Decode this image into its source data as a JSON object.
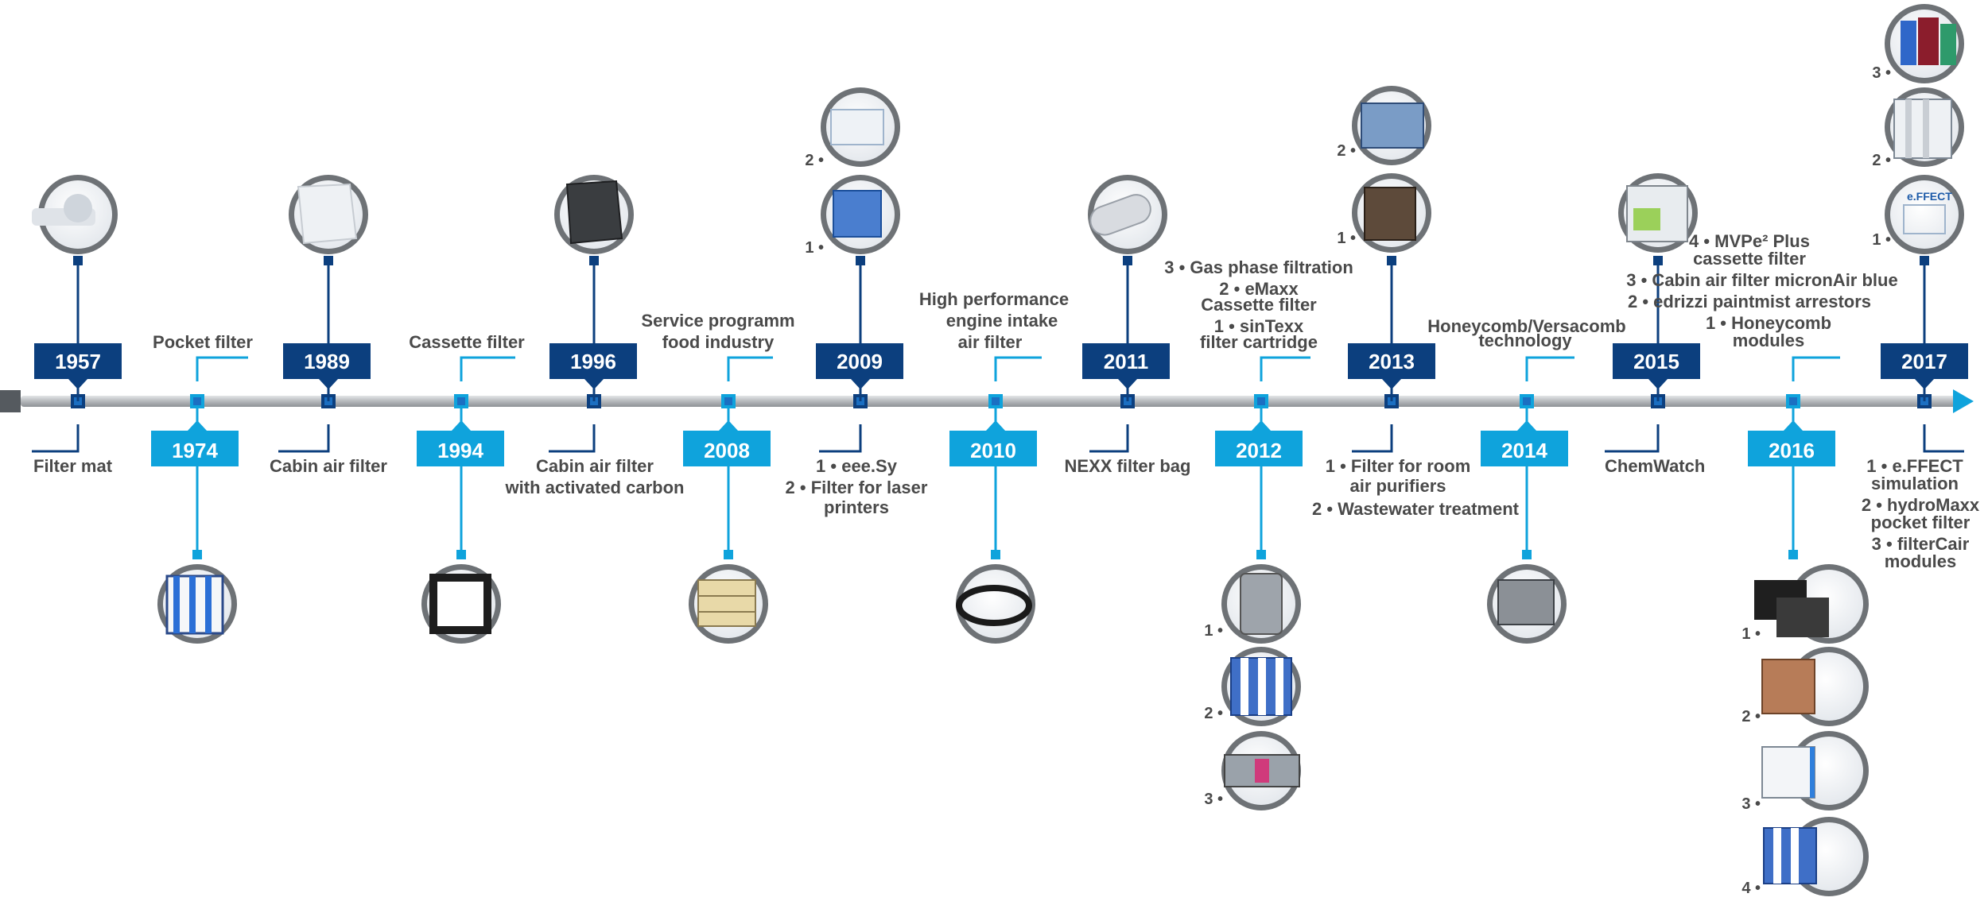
{
  "colors": {
    "dark_blue": "#0c3f7e",
    "light_blue": "#0fa3dc",
    "text": "#4a4a4a",
    "bar": "#b9bcbf"
  },
  "events": [
    {
      "year": "1957",
      "pos": "top",
      "label": [
        "Filter mat"
      ],
      "img": "filter-mat-icon"
    },
    {
      "year": "1974",
      "pos": "bottom",
      "label": [
        "Pocket filter"
      ],
      "img": "pocket-filter-icon"
    },
    {
      "year": "1989",
      "pos": "top",
      "label": [
        "Cabin air filter"
      ],
      "img": "cabin-air-filter-icon"
    },
    {
      "year": "1994",
      "pos": "bottom",
      "label": [
        "Cassette filter"
      ],
      "img": "cassette-filter-icon"
    },
    {
      "year": "1996",
      "pos": "top",
      "label": [
        "Cabin air filter",
        "with activated carbon"
      ],
      "img": "activated-carbon-filter-icon"
    },
    {
      "year": "2008",
      "pos": "bottom",
      "label": [
        "Service programm",
        "food industry"
      ],
      "img": "food-industry-filter-icon"
    },
    {
      "year": "2009",
      "pos": "top",
      "label": [
        "1 • eee.Sy",
        "2 • Filter for laser",
        "printers"
      ],
      "img": "laser-printer-filter-icon"
    },
    {
      "year": "2010",
      "pos": "bottom",
      "label": [
        "High performance",
        "engine intake",
        "air filter"
      ],
      "img": "engine-intake-filter-icon"
    },
    {
      "year": "2011",
      "pos": "top",
      "label": [
        "NEXX filter bag"
      ],
      "img": "filter-bag-icon"
    },
    {
      "year": "2012",
      "pos": "bottom",
      "label": [
        "3 • Gas phase filtration",
        "2 • eMaxx",
        "Cassette filter",
        "1 • sinTexx",
        "filter cartridge"
      ],
      "img": "cartridge-filter-icon"
    },
    {
      "year": "2013",
      "pos": "top",
      "label": [
        "1 • Filter for room",
        "air purifiers",
        "2 • Wastewater treatment"
      ],
      "img": "air-purifier-icon"
    },
    {
      "year": "2014",
      "pos": "bottom",
      "label": [
        "Honeycomb/Versacomb",
        "technology"
      ],
      "img": "honeycomb-filter-icon"
    },
    {
      "year": "2015",
      "pos": "top",
      "label": [
        "ChemWatch"
      ],
      "img": "chemwatch-icon"
    },
    {
      "year": "2016",
      "pos": "bottom",
      "label": [
        "4 • MVPe² Plus",
        "cassette filter",
        "3 • Cabin air filter micronAir blue",
        "2 • edrizzi paintmist arrestors",
        "1 • Honeycomb",
        "modules"
      ],
      "img": "honeycomb-module-icon"
    },
    {
      "year": "2017",
      "pos": "top",
      "label": [
        "1 • e.FFECT",
        "simulation",
        "2 • hydroMaxx",
        "pocket filter",
        "3 • filterCair",
        "modules"
      ],
      "img": "simulation-icon"
    }
  ]
}
